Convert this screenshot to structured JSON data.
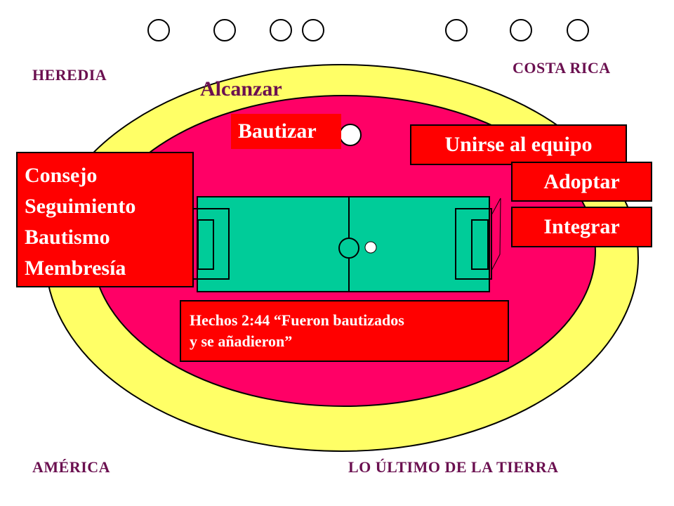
{
  "colors": {
    "outer_ring": "#ffff66",
    "inner_ring": "#ff0066",
    "field": "#00cc99",
    "box": "#ff0000",
    "box_text": "#ffffff",
    "corner_text": "#6b1050",
    "heading_text": "#6b1050"
  },
  "corners": {
    "top_left": "HEREDIA",
    "top_right": "COSTA RICA",
    "bottom_left": "AMÉRICA",
    "bottom_right": "LO ÚLTIMO DE LA TIERRA"
  },
  "heading": "Alcanzar",
  "bautizar": "Bautizar",
  "right_boxes": {
    "unirse": "Unirse al equipo",
    "adoptar": "Adoptar",
    "integrar": "Integrar"
  },
  "left_box": {
    "lines": [
      "Consejo",
      "Seguimiento",
      "Bautismo",
      "Membresía"
    ]
  },
  "verse": {
    "line1": "Hechos 2:44 “Fueron bautizados",
    "line2": "y se añadieron”"
  }
}
